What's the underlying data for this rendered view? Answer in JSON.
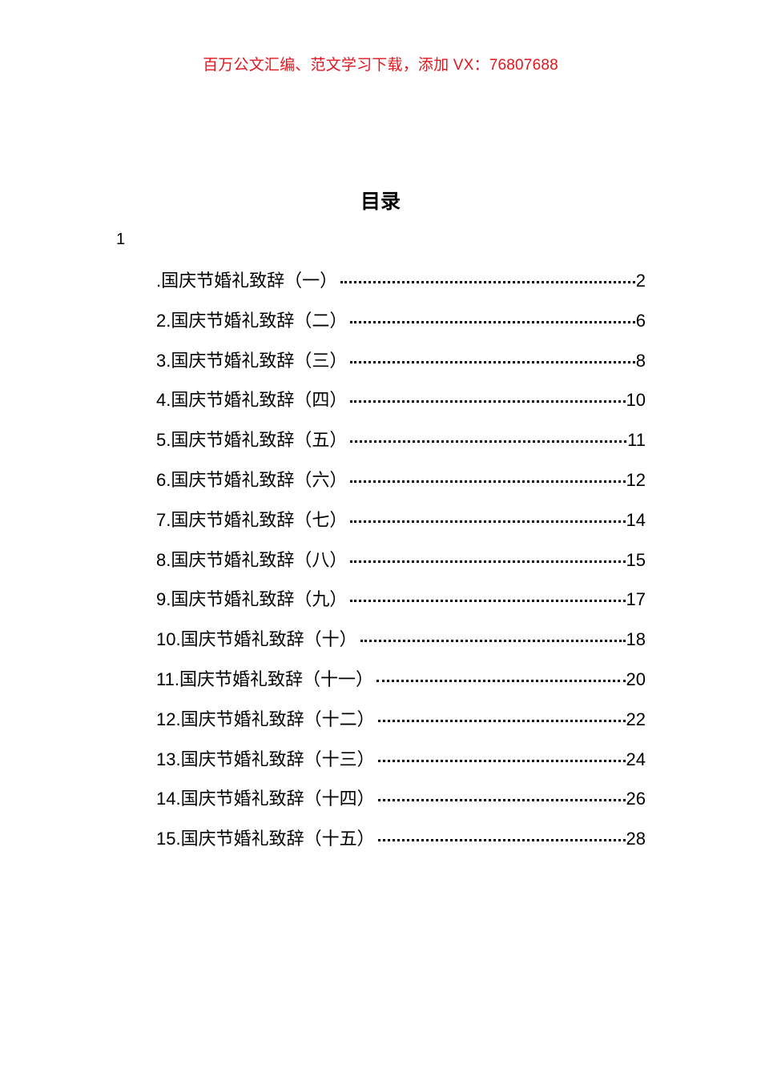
{
  "header": {
    "banner_text": "百万公文汇编、范文学习下载，添加 VX：76807688",
    "banner_color": "#e3161e"
  },
  "toc": {
    "title": "目录",
    "stray_number": "1",
    "entries": [
      {
        "label": ".国庆节婚礼致辞（一）",
        "page": "2"
      },
      {
        "label": "2.国庆节婚礼致辞（二）",
        "page": "6"
      },
      {
        "label": "3.国庆节婚礼致辞（三）",
        "page": "8"
      },
      {
        "label": "4.国庆节婚礼致辞（四）",
        "page": "10"
      },
      {
        "label": "5.国庆节婚礼致辞（五）",
        "page": "11"
      },
      {
        "label": "6.国庆节婚礼致辞（六）",
        "page": "12"
      },
      {
        "label": "7.国庆节婚礼致辞（七）",
        "page": "14"
      },
      {
        "label": "8.国庆节婚礼致辞（八）",
        "page": "15"
      },
      {
        "label": "9.国庆节婚礼致辞（九）",
        "page": "17"
      },
      {
        "label": "10.国庆节婚礼致辞（十）",
        "page": "18"
      },
      {
        "label": "11.国庆节婚礼致辞（十一）",
        "page": "20"
      },
      {
        "label": "12.国庆节婚礼致辞（十二）",
        "page": "22"
      },
      {
        "label": "13.国庆节婚礼致辞（十三）",
        "page": "24"
      },
      {
        "label": "14.国庆节婚礼致辞（十四）",
        "page": "26"
      },
      {
        "label": "15.国庆节婚礼致辞（十五）",
        "page": "28"
      }
    ]
  }
}
